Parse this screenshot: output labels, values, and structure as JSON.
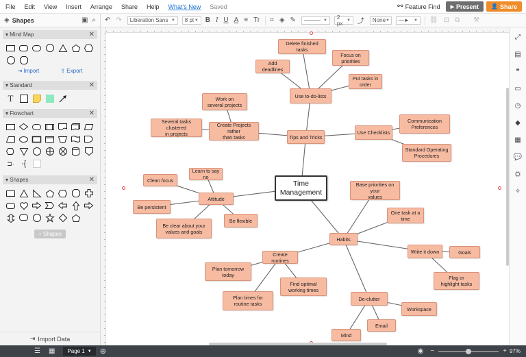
{
  "menu": {
    "items": [
      "File",
      "Edit",
      "View",
      "Insert",
      "Arrange",
      "Share",
      "Help"
    ],
    "whats_new": "What's New",
    "saved": "Saved",
    "feature_find": "Feature Find",
    "present": "Present",
    "share": "Share"
  },
  "left_panel": {
    "title": "Shapes",
    "sections": {
      "mind_map": "Mind Map",
      "standard": "Standard",
      "flowchart": "Flowchart",
      "shapes": "Shapes"
    },
    "import_link": "Import",
    "export_link": "Export",
    "more_shapes": "+ Shapes",
    "import_data": "Import Data"
  },
  "toolbar": {
    "font": "Liberation Sans",
    "font_size": "8 pt",
    "line_width": "2 px",
    "line_end": "None"
  },
  "diagram": {
    "center": "Time\nManagement",
    "nodes": [
      {
        "id": "delete",
        "label": "Delete finished tasks"
      },
      {
        "id": "focus",
        "label": "Focus on\npriorities"
      },
      {
        "id": "deadlines",
        "label": "Add deadlines"
      },
      {
        "id": "put",
        "label": "Put tasks in\norder"
      },
      {
        "id": "todo",
        "label": "Use to-do-lists"
      },
      {
        "id": "work",
        "label": "Work on\nseveral projects"
      },
      {
        "id": "clustered",
        "label": "Several tasks clustered\nin projects"
      },
      {
        "id": "create",
        "label": "Create Projects rather\nthan tasks"
      },
      {
        "id": "tips",
        "label": "Tips and Tricks"
      },
      {
        "id": "checklists",
        "label": "Use Checklists"
      },
      {
        "id": "comm",
        "label": "Communication\nPreferences"
      },
      {
        "id": "sop",
        "label": "Standard Operating\nProcedures"
      },
      {
        "id": "cleanfocus",
        "label": "Clean focus"
      },
      {
        "id": "sayno",
        "label": "Learn to say no"
      },
      {
        "id": "attitude",
        "label": "Attitude"
      },
      {
        "id": "persistent",
        "label": "Be persistent"
      },
      {
        "id": "clear",
        "label": "Be clear about your\nvalues and goals"
      },
      {
        "id": "flexible",
        "label": "Be flexible"
      },
      {
        "id": "base",
        "label": "Base priorities on your\nvalues"
      },
      {
        "id": "oneatime",
        "label": "One task at a\ntime"
      },
      {
        "id": "habits",
        "label": "Habits"
      },
      {
        "id": "routines",
        "label": "Create routines"
      },
      {
        "id": "writedown",
        "label": "Write it down"
      },
      {
        "id": "goals",
        "label": "Goals"
      },
      {
        "id": "plan",
        "label": "Plan tomorrow\ntoday"
      },
      {
        "id": "optimal",
        "label": "Find optimal\nworking times"
      },
      {
        "id": "flag",
        "label": "Flag or\nhighlight tasks"
      },
      {
        "id": "plantimes",
        "label": "Plan times for\nroutine tasks"
      },
      {
        "id": "declutter",
        "label": "De-clutter"
      },
      {
        "id": "workspace",
        "label": "Workspace"
      },
      {
        "id": "email",
        "label": "Email"
      },
      {
        "id": "mind",
        "label": "Mind"
      }
    ]
  },
  "bottom_bar": {
    "page": "Page 1",
    "zoom": "97%"
  },
  "colors": {
    "node_fill": "#f7bba2",
    "node_border": "#d7937a",
    "share_orange": "#f08c2a",
    "link_blue": "#1a6fd1",
    "bottom_bar": "#3d4349"
  }
}
